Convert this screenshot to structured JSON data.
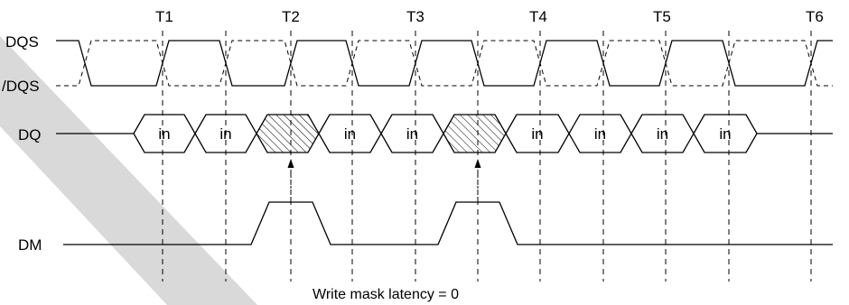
{
  "time_markers": [
    "T1",
    "T2",
    "T3",
    "T4",
    "T5",
    "T6"
  ],
  "signals": {
    "dqs": "DQS",
    "dqs_n": "/DQS",
    "dq": "DQ",
    "dm": "DM"
  },
  "dq_beats": [
    {
      "label": "in",
      "masked": false
    },
    {
      "label": "in",
      "masked": false
    },
    {
      "label": "",
      "masked": true
    },
    {
      "label": "in",
      "masked": false
    },
    {
      "label": "in",
      "masked": false
    },
    {
      "label": "",
      "masked": true
    },
    {
      "label": "in",
      "masked": false
    },
    {
      "label": "in",
      "masked": false
    },
    {
      "label": "in",
      "masked": false
    },
    {
      "label": "in",
      "masked": false
    }
  ],
  "caption": "Write mask latency = 0",
  "watermark_color": "#d9d9d9"
}
